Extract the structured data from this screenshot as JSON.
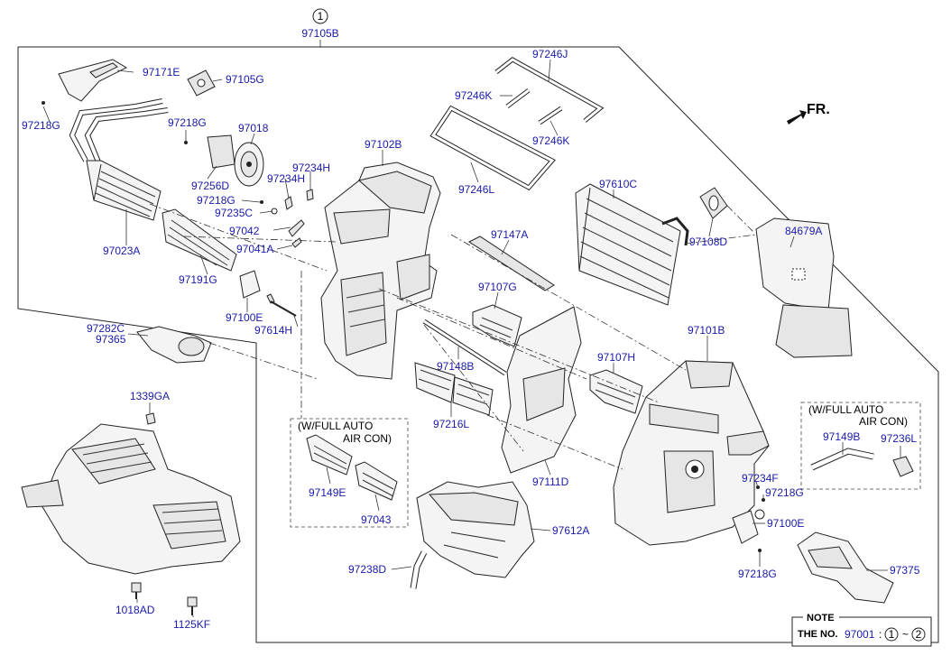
{
  "callout": {
    "number": "1",
    "assembly": "97105B"
  },
  "parts": {
    "p97171E": "97171E",
    "p97105G": "97105G",
    "p97218G_a": "97218G",
    "p97218G_b": "97218G",
    "p97018": "97018",
    "p97256D": "97256D",
    "p97023A": "97023A",
    "p97191G": "97191G",
    "p97218G_c": "97218G",
    "p97235C": "97235C",
    "p97042": "97042",
    "p97041A": "97041A",
    "p97234H_a": "97234H",
    "p97234H_b": "97234H",
    "p97100E_a": "97100E",
    "p97614H": "97614H",
    "p97102B": "97102B",
    "p97246J": "97246J",
    "p97246K_a": "97246K",
    "p97246K_b": "97246K",
    "p97246L": "97246L",
    "p97610C": "97610C",
    "p97108D": "97108D",
    "p84679A": "84679A",
    "p97147A": "97147A",
    "p97107G": "97107G",
    "p97148B": "97148B",
    "p97216L": "97216L",
    "p97107H": "97107H",
    "p97101B": "97101B",
    "p97111D": "97111D",
    "p97612A": "97612A",
    "p97238D": "97238D",
    "p97282C": "97282C",
    "p97365": "97365",
    "p1339GA": "1339GA",
    "p1018AD": "1018AD",
    "p1125KF": "1125KF",
    "p97149E": "97149E",
    "p97043": "97043",
    "p97234F": "97234F",
    "p97218G_d": "97218G",
    "p97100E_b": "97100E",
    "p97218G_e": "97218G",
    "p97375": "97375",
    "p97149B": "97149B",
    "p97236L": "97236L"
  },
  "option_boxes": {
    "left": {
      "line1": "(W/FULL AUTO",
      "line2": "AIR CON)"
    },
    "right": {
      "line1": "(W/FULL AUTO",
      "line2": "AIR CON)"
    }
  },
  "direction": {
    "label": "FR."
  },
  "note": {
    "title": "NOTE",
    "prefix": "THE NO.",
    "number": "97001",
    "colon": ":",
    "range_start": "1",
    "range_sep": "~",
    "range_end": "2"
  },
  "colors": {
    "label": "#1a1aa8",
    "line": "#222222"
  }
}
